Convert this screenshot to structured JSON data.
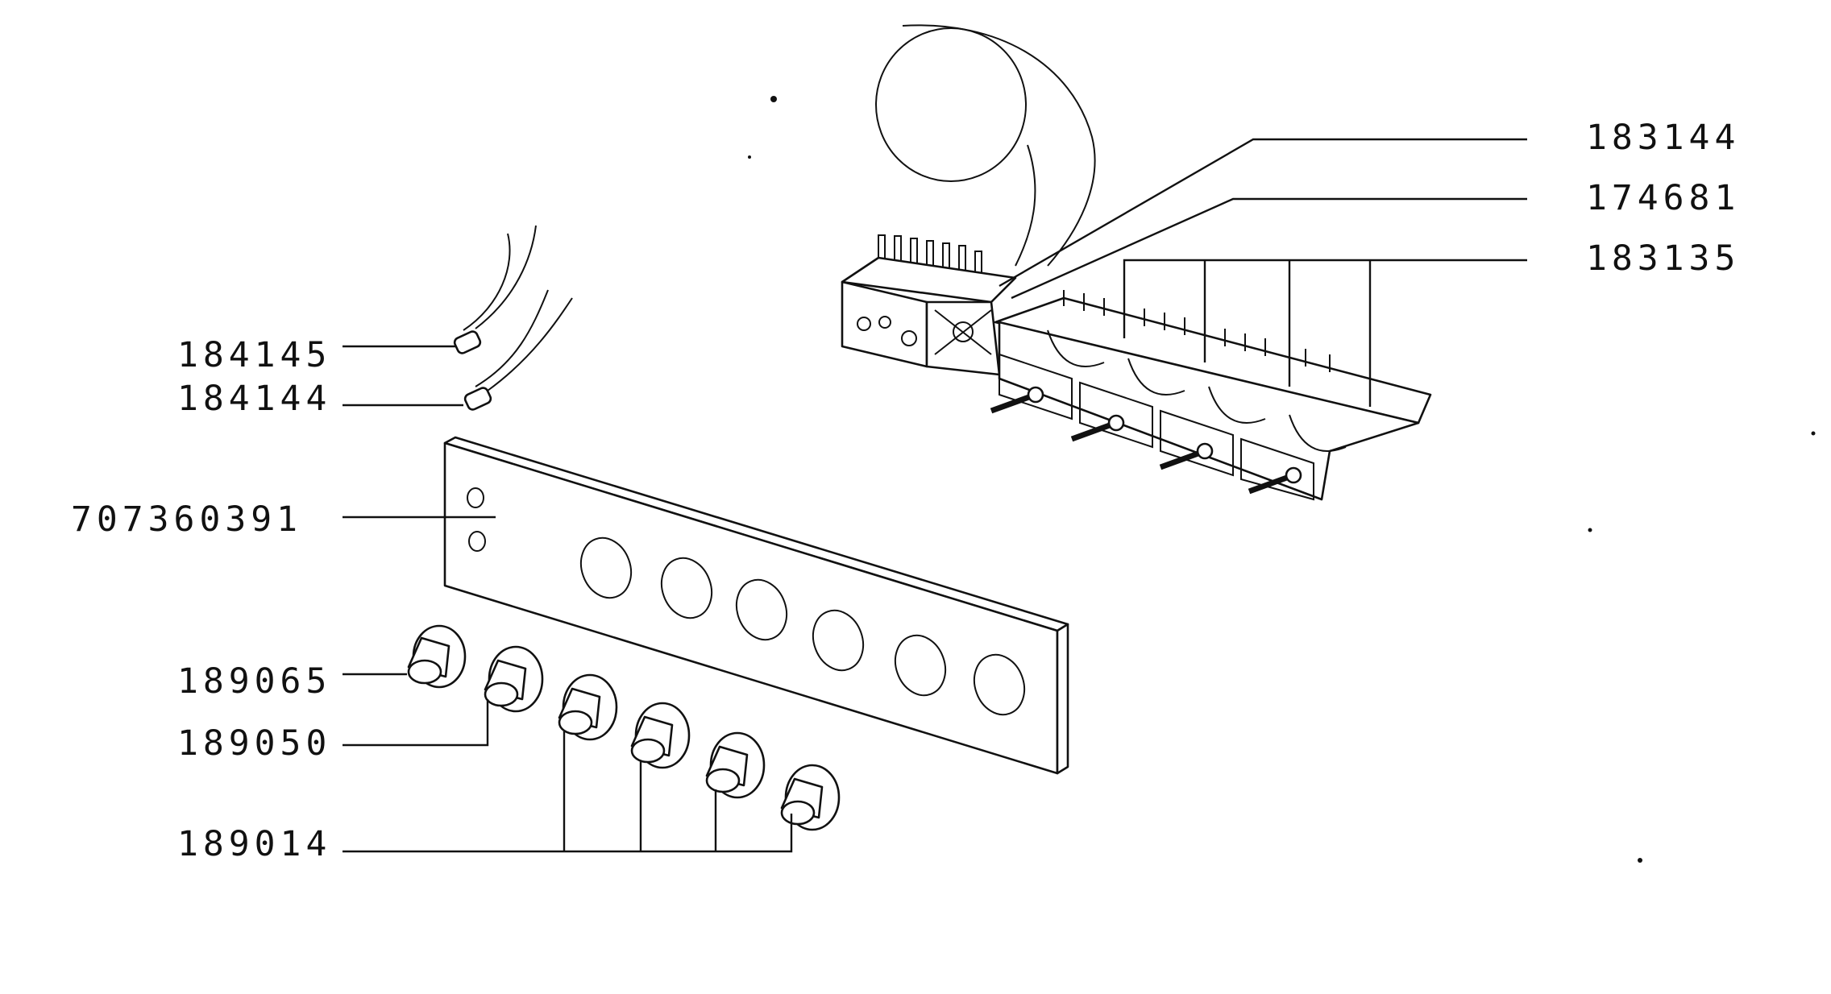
{
  "labels": {
    "p183144": "183144",
    "p174681": "174681",
    "p183135": "183135",
    "p184145": "184145",
    "p184144": "184144",
    "p707360391": "707360391",
    "p189065": "189065",
    "p189050": "189050",
    "p189014": "189014"
  },
  "colors": {
    "ink": "#111111",
    "background": "#ffffff"
  }
}
